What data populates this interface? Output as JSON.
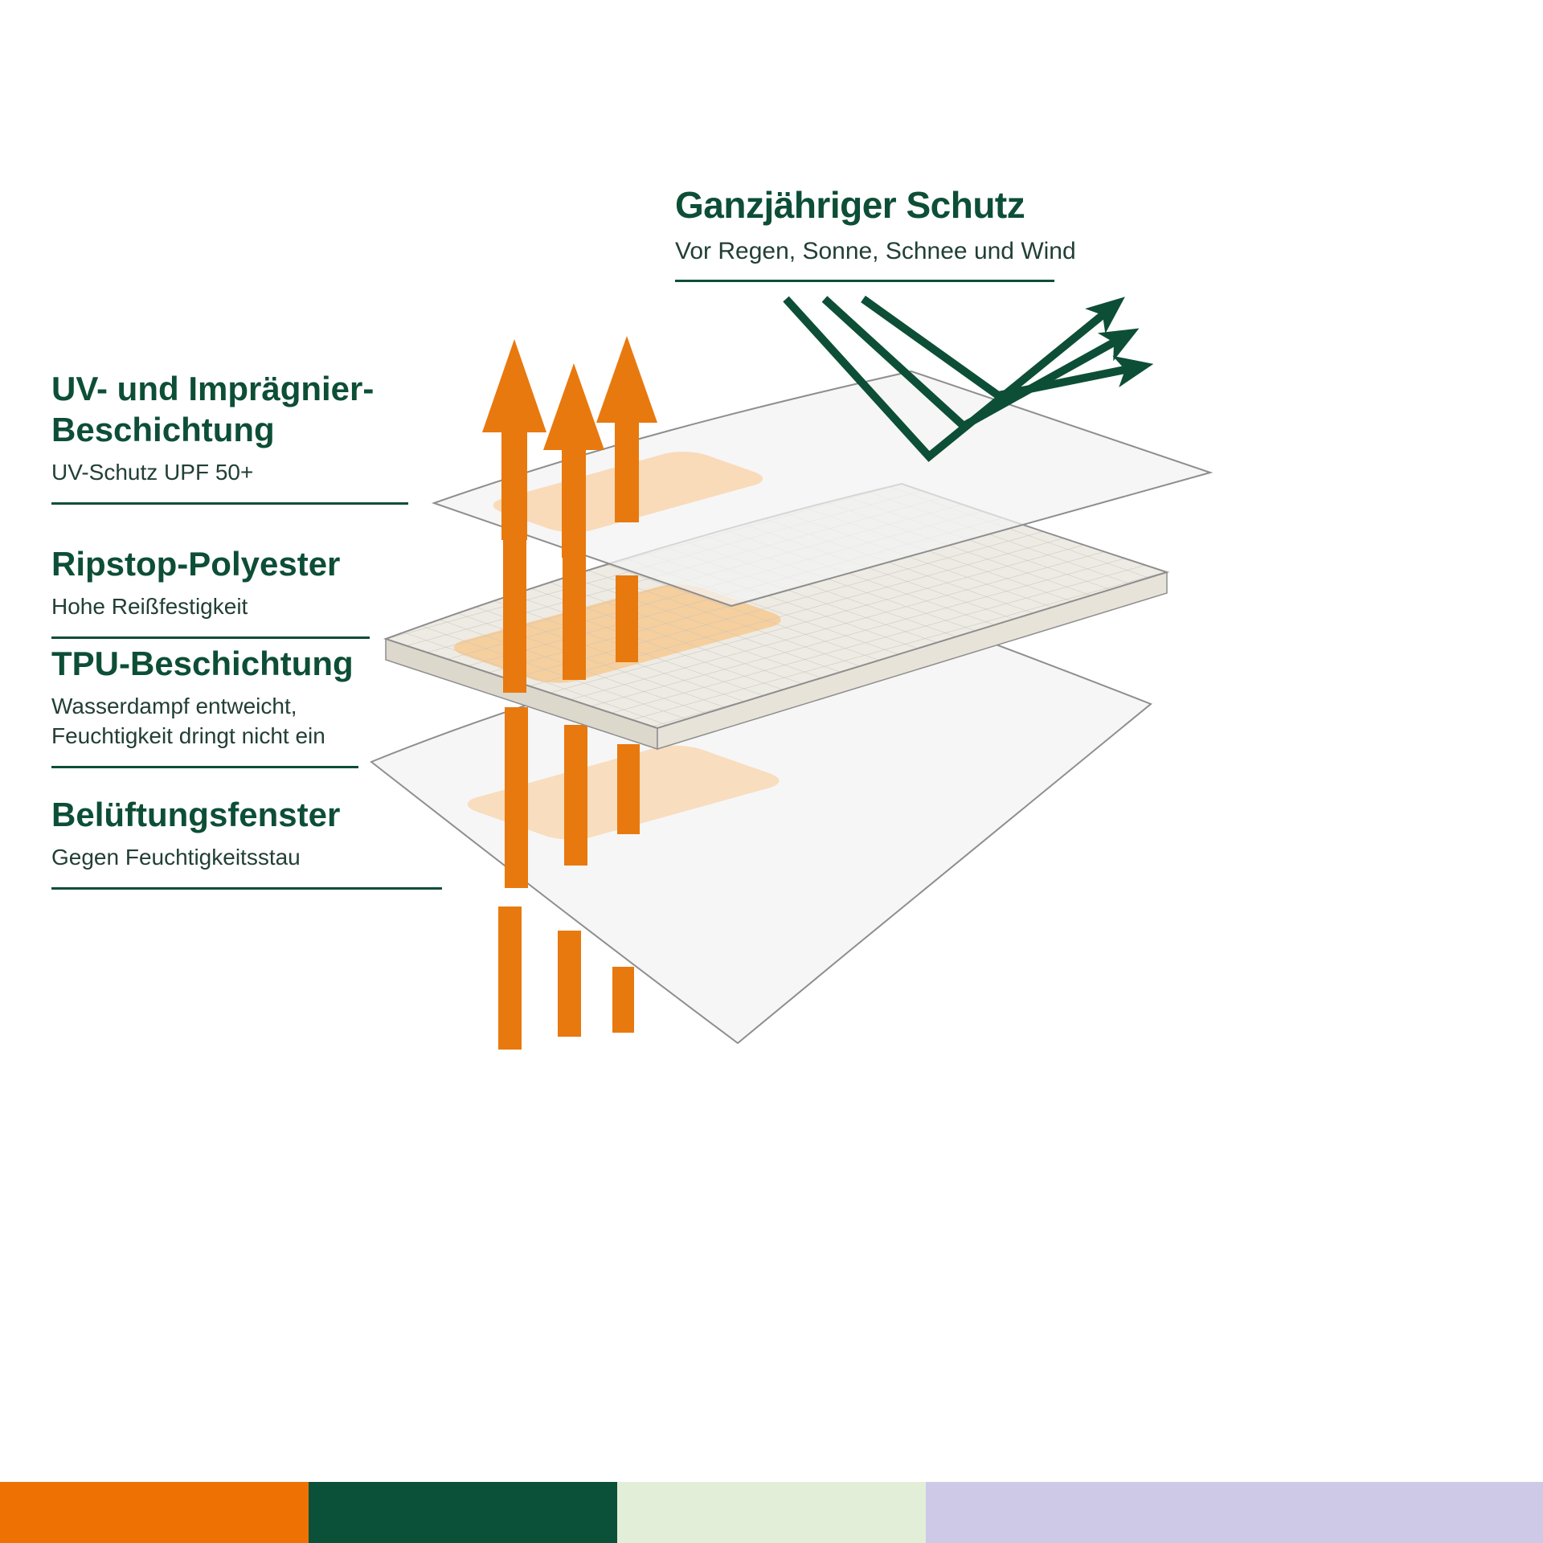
{
  "header": {
    "title": "Ganzjähriger Schutz",
    "subtitle": "Vor Regen, Sonne, Schnee und Wind"
  },
  "labels": [
    {
      "id": "uv-coating",
      "title": "UV- und Imprägnier-Beschichtung",
      "subtitle": "UV-Schutz UPF 50+"
    },
    {
      "id": "ripstop",
      "title": "Ripstop-Polyester",
      "subtitle": "Hohe Reißfestigkeit"
    },
    {
      "id": "tpu",
      "title": "TPU-Beschichtung",
      "subtitle": "Wasserdampf entweicht, Feuchtigkeit dringt nicht ein"
    },
    {
      "id": "vent",
      "title": "Belüftungsfenster",
      "subtitle": "Gegen Feuchtigkeitsstau"
    }
  ],
  "diagram": {
    "layers": [
      "uv-coating-sheet",
      "ripstop-grid-slab",
      "ventilation-sheet"
    ],
    "icons": [
      "moisture-escape-arrow-icon",
      "protection-bounce-arrow-icon"
    ],
    "colors": {
      "green": "#0d4e37",
      "text": "#223f35",
      "orange": "#e8790f",
      "orange_glow": "#f8d8b4",
      "sheet_gray": "#f3f3f3",
      "grid_line": "#c8c4b9",
      "slab_face": "#edebe4",
      "outline": "#8e8e8e"
    }
  },
  "swatches": [
    {
      "name": "orange",
      "hex": "#ee7203"
    },
    {
      "name": "dark-green",
      "hex": "#0b5039"
    },
    {
      "name": "pale-green",
      "hex": "#e3eed9"
    },
    {
      "name": "lavender",
      "hex": "#cdc9e7"
    }
  ]
}
